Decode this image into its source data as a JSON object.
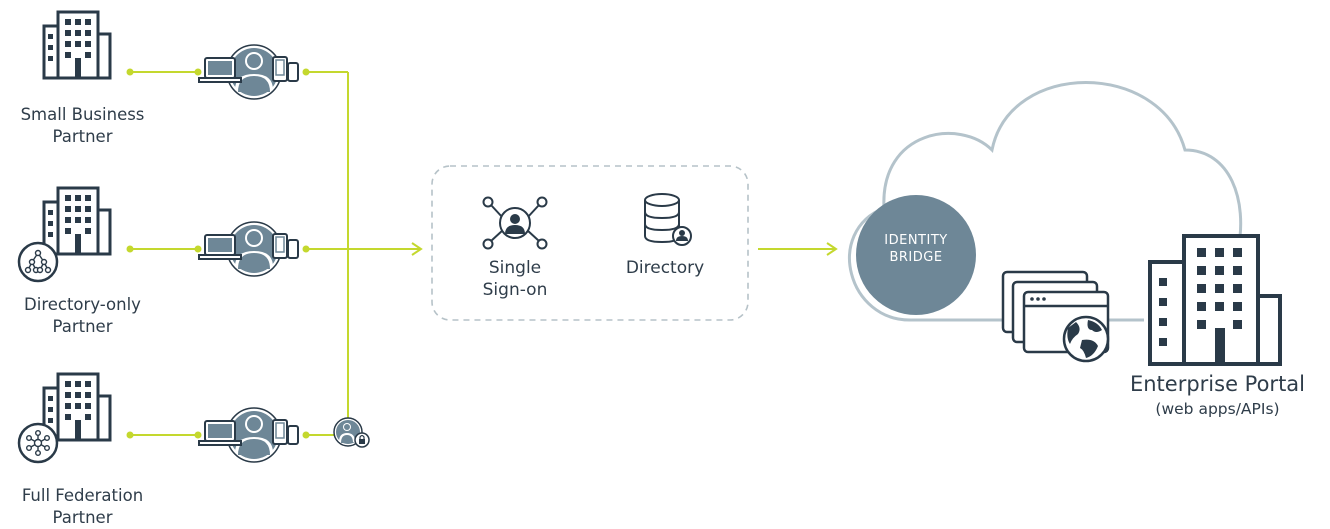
{
  "partners": [
    {
      "line1": "Small Business",
      "line2": "Partner"
    },
    {
      "line1": "Directory-only",
      "line2": "Partner"
    },
    {
      "line1": "Full Federation",
      "line2": "Partner"
    }
  ],
  "services": {
    "sso": {
      "line1": "Single",
      "line2": "Sign-on"
    },
    "directory": "Directory"
  },
  "identity_bridge": {
    "line1": "IDENTITY",
    "line2": "BRIDGE"
  },
  "enterprise": {
    "title": "Enterprise Portal",
    "subtitle": "(web apps/APIs)"
  },
  "colors": {
    "line": "#c4d82e",
    "dark": "#2a3a48",
    "avatar": "#6e8797",
    "cloud": "#b4c3cb",
    "dashed": "#b6c2c8",
    "bridge": "#6e8797"
  }
}
